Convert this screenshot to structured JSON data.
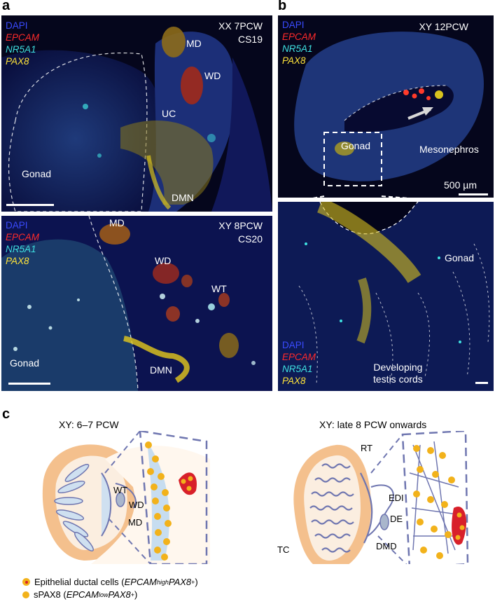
{
  "panel_labels": {
    "a": "a",
    "b": "b",
    "c": "c"
  },
  "legend": {
    "dapi": "DAPI",
    "epcam": "EPCAM",
    "nr5a1": "NR5A1",
    "pax8": "PAX8",
    "colors": {
      "dapi": "#3a4bff",
      "epcam": "#ff2a2a",
      "nr5a1": "#3fe0e0",
      "pax8": "#ffe43a"
    }
  },
  "panel_a_top": {
    "stage_line1": "XX 7PCW",
    "stage_line2": "CS19",
    "labels": {
      "md": "MD",
      "wd": "WD",
      "uc": "UC",
      "gonad": "Gonad",
      "dmn": "DMN"
    }
  },
  "panel_a_bottom": {
    "stage_line1": "XY 8PCW",
    "stage_line2": "CS20",
    "labels": {
      "md": "MD",
      "wd": "WD",
      "wt": "WT",
      "gonad": "Gonad",
      "dmn": "DMN"
    }
  },
  "panel_b_top": {
    "stage": "XY 12PCW",
    "labels": {
      "gonad": "Gonad",
      "mesonephros": "Mesonephros"
    },
    "scale": "500 µm"
  },
  "panel_b_bottom": {
    "labels": {
      "gonad": "Gonad",
      "cords_line1": "Developing",
      "cords_line2": "testis cords"
    }
  },
  "panel_c": {
    "left_title": "XY: 6–7 PCW",
    "right_title": "XY: late 8 PCW onwards",
    "left_labels": {
      "wt": "WT",
      "wd": "WD",
      "md": "MD"
    },
    "right_labels": {
      "rt": "RT",
      "edi": "EDI",
      "de": "DE",
      "tc": "TC",
      "dmd": "DMD"
    },
    "key": {
      "epithelial_prefix": "Epithelial ductal cells (",
      "epithelial_gene1": "EPCAM",
      "epithelial_sup": "high",
      "epithelial_gene2": " PAX8",
      "epithelial_sup2": "+",
      "epithelial_suffix": ")",
      "spax8_prefix": "sPAX8 (",
      "spax8_gene1": "EPCAM",
      "spax8_sup": "low",
      "spax8_gene2": " PAX8",
      "spax8_sup2": "+",
      "spax8_suffix": ")"
    }
  }
}
